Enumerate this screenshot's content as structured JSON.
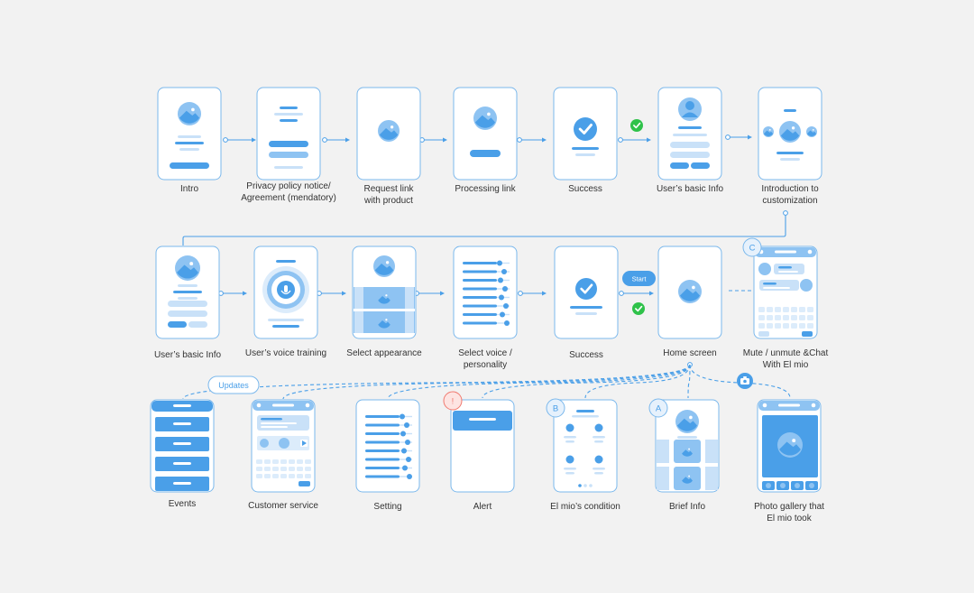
{
  "row1": [
    {
      "id": "intro",
      "label": "Intro"
    },
    {
      "id": "privacy",
      "label": "Privacy policy notice/\nAgreement (mendatory)"
    },
    {
      "id": "request-link",
      "label": "Request link\nwith product"
    },
    {
      "id": "processing-link",
      "label": "Processing link"
    },
    {
      "id": "success-1",
      "label": "Success"
    },
    {
      "id": "basic-info-1",
      "label": "User’s basic Info"
    },
    {
      "id": "customization",
      "label": "Introduction to\ncustomization"
    }
  ],
  "row2": [
    {
      "id": "basic-info-2",
      "label": "User’s basic Info"
    },
    {
      "id": "voice-training",
      "label": "User’s voice training"
    },
    {
      "id": "select-appearance",
      "label": "Select appearance"
    },
    {
      "id": "select-voice",
      "label": "Select voice /\npersonality"
    },
    {
      "id": "success-2",
      "label": "Success"
    },
    {
      "id": "home-screen",
      "label": "Home screen"
    },
    {
      "id": "mute-chat",
      "label": "Mute / unmute &Chat\nWith El mio"
    }
  ],
  "row3": [
    {
      "id": "events",
      "label": "Events"
    },
    {
      "id": "customer-service",
      "label": "Customer service"
    },
    {
      "id": "setting",
      "label": "Setting"
    },
    {
      "id": "alert",
      "label": "Alert"
    },
    {
      "id": "condition",
      "label": "El mio’s condition"
    },
    {
      "id": "brief-info",
      "label": "Brief Info"
    },
    {
      "id": "photo-gallery",
      "label": "Photo gallery that\nEl mio took"
    }
  ],
  "badges": {
    "start": "Start",
    "updates": "Updates",
    "c": "C",
    "b": "B",
    "a": "A",
    "alert": "!"
  },
  "colors": {
    "accent": "#4a9fe8",
    "light": "#c9e1f8",
    "mid": "#8ec3f2",
    "green": "#2fc24a",
    "alert": "#f07a70",
    "frame": "#7bb8ec"
  }
}
